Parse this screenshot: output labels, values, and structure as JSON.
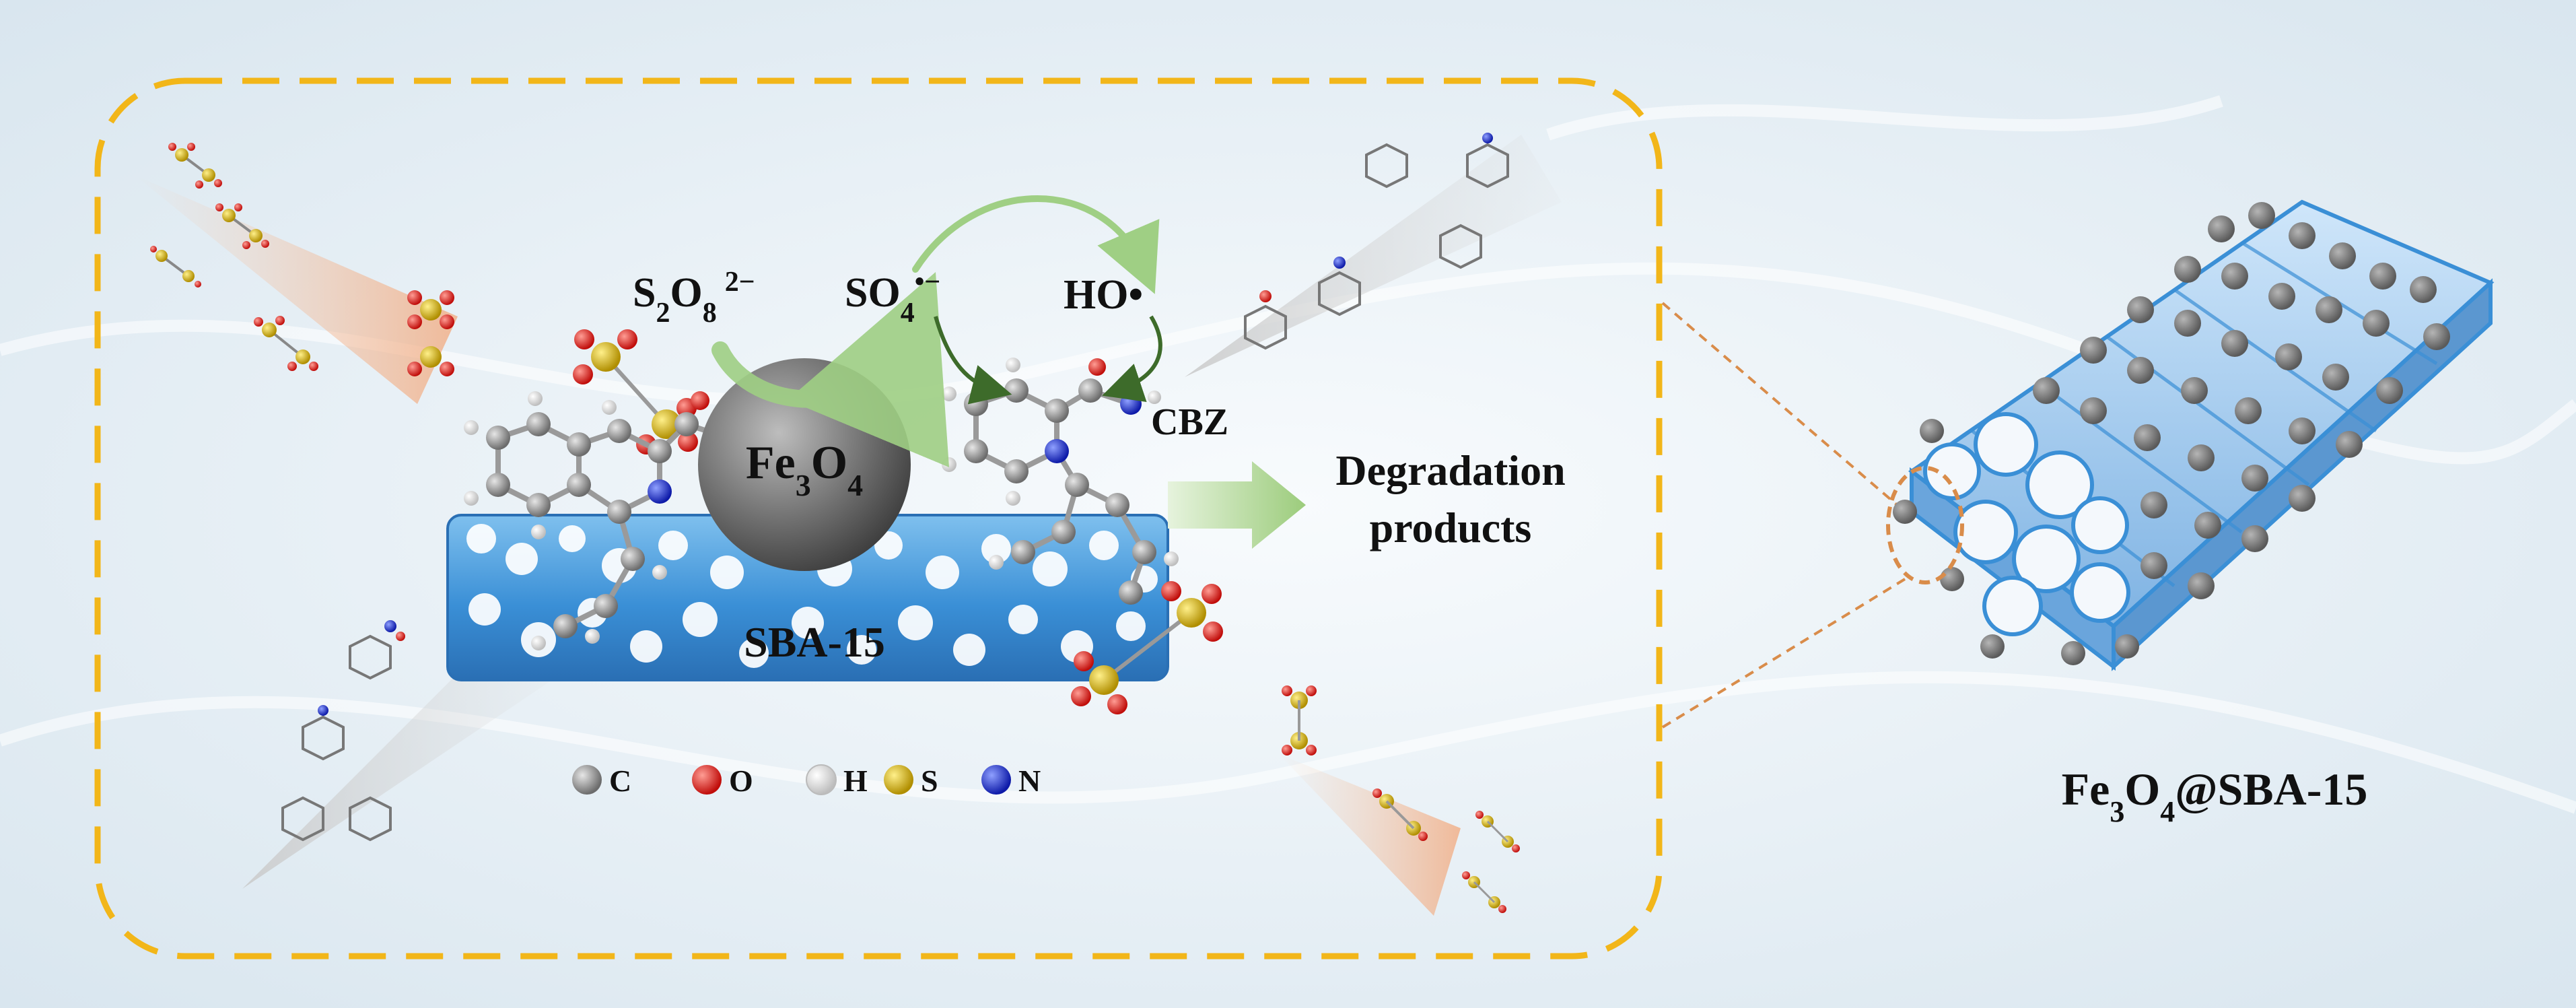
{
  "reaction": {
    "oxidant_base": "S",
    "oxidant_sub1": "2",
    "oxidant_mid": "O",
    "oxidant_sub2": "8",
    "oxidant_charge": "2−",
    "sulfate_radical_base": "SO",
    "sulfate_radical_sub": "4",
    "sulfate_radical_charge": "•−",
    "hydroxyl_radical": "HO•"
  },
  "nanoparticle": {
    "base": "Fe",
    "sub1": "3",
    "mid": "O",
    "sub2": "4"
  },
  "support_label": "SBA-15",
  "pollutant_label": "CBZ",
  "products_label_line1": "Degradation",
  "products_label_line2": "products",
  "atom_legend": [
    {
      "symbol": "C",
      "color": "#8a8a8a"
    },
    {
      "symbol": "O",
      "color": "#e0201c"
    },
    {
      "symbol": "H",
      "color": "#f4f4f4"
    },
    {
      "symbol": "S",
      "color": "#d6b200"
    },
    {
      "symbol": "N",
      "color": "#1b2fd6"
    }
  ],
  "catalyst": {
    "base": "Fe",
    "sub1": "3",
    "mid": "O",
    "sub2": "4",
    "suffix": "@SBA-15"
  },
  "colors": {
    "frame": "#f2b619",
    "support": "#3a8fd6",
    "nanoparticle": "#666666",
    "arrow": "#6aa84f",
    "callout": "#d98c4a"
  }
}
